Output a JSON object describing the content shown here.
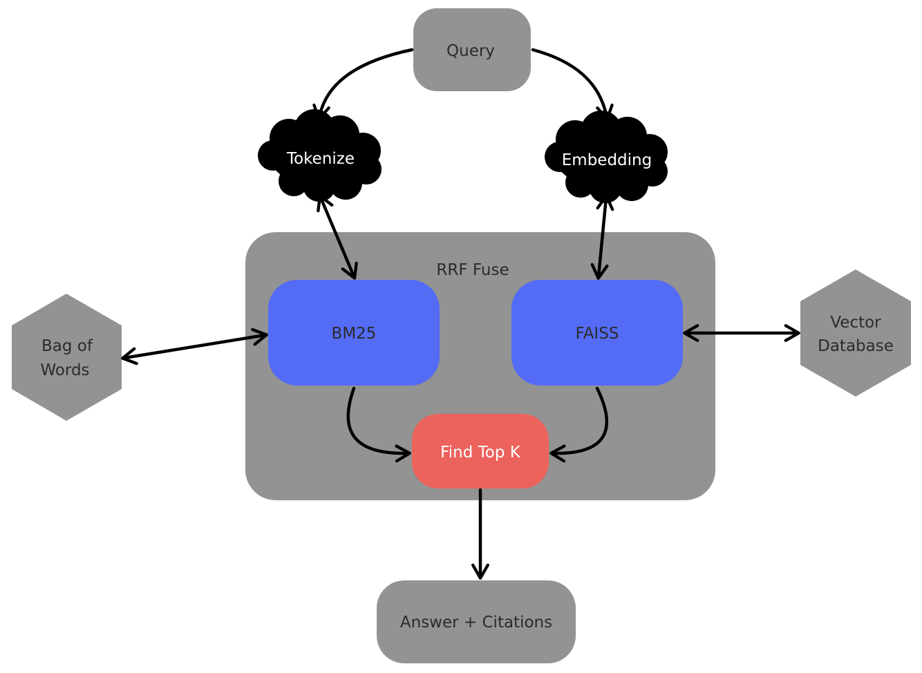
{
  "nodes": {
    "query": {
      "label": "Query"
    },
    "tokenize": {
      "label": "Tokenize"
    },
    "embedding": {
      "label": "Embedding"
    },
    "rrf_fuse": {
      "label": "RRF Fuse"
    },
    "bm25": {
      "label": "BM25"
    },
    "faiss": {
      "label": "FAISS"
    },
    "find_top_k": {
      "label": "Find Top K"
    },
    "bag_of_words": {
      "label_line1": "Bag of",
      "label_line2": "Words"
    },
    "vector_database": {
      "label_line1": "Vector",
      "label_line2": "Database"
    },
    "answer": {
      "label": "Answer + Citations"
    }
  },
  "colors": {
    "gray": "#939393",
    "blue": "#546bf5",
    "red": "#eb635c",
    "black": "#000000"
  }
}
